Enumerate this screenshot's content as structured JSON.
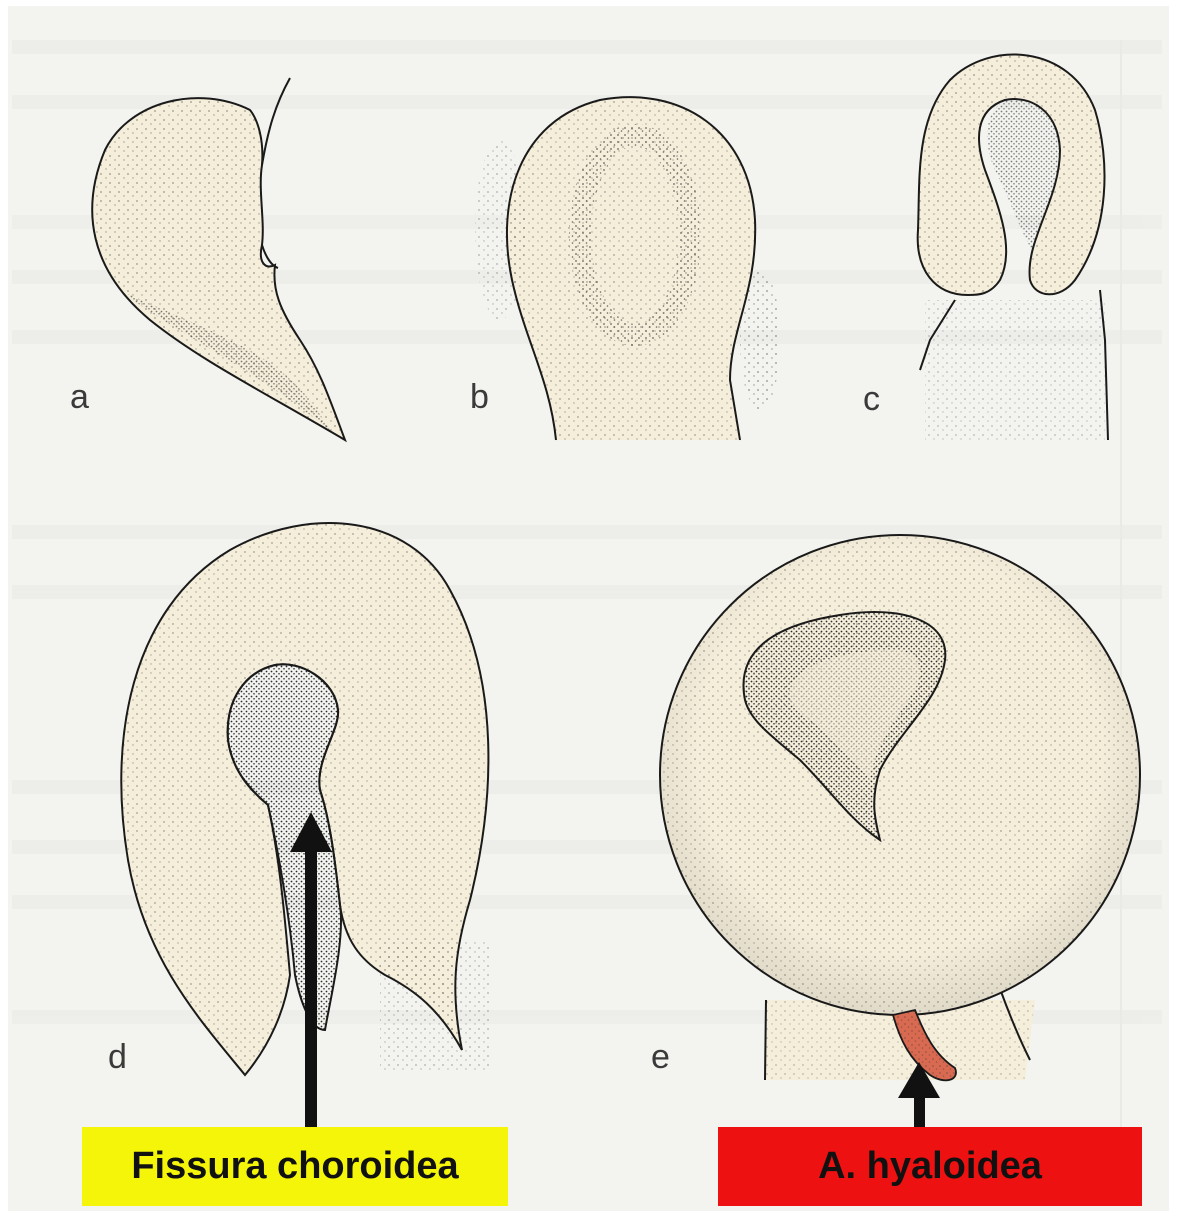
{
  "figure": {
    "panel_labels": [
      "a",
      "b",
      "c",
      "d",
      "e"
    ],
    "callouts": [
      {
        "text": "Fissura choroidea",
        "background": "#f5f50a"
      },
      {
        "text": "A. hyaloidea",
        "background": "#ee1111"
      }
    ],
    "colors": {
      "page_background": "#f3f3f0",
      "cup_fill": "#f5eedb",
      "stipple": "#2a2a2a",
      "outline": "#1a1a1a",
      "artery": "#d96a52",
      "arrow": "#111111"
    }
  }
}
